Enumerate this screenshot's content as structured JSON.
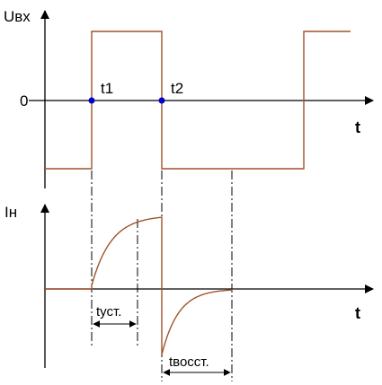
{
  "diagram": {
    "top_plot": {
      "y_axis_label": "Uвх",
      "x_axis_label": "t",
      "zero_label": "0",
      "point_labels": [
        "t1",
        "t2"
      ]
    },
    "bottom_plot": {
      "y_axis_label": "Iн",
      "x_axis_label": "t",
      "interval_labels": [
        "tуст.",
        "tвосст."
      ]
    },
    "colors": {
      "signal": "#a0522d",
      "axes": "#000000",
      "points": "#0000cc"
    }
  }
}
